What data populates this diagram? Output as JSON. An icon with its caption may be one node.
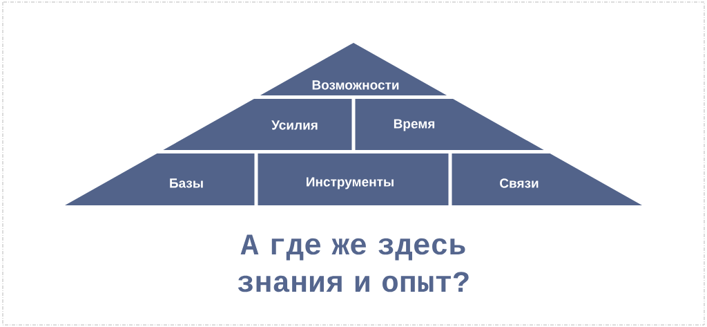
{
  "diagram": {
    "nodes": [
      {
        "text": [
          "Возможности"
        ]
      },
      {
        "text": [
          "Усилия"
        ]
      },
      {
        "text": [
          "Время"
        ]
      },
      {
        "text": [
          "Базы"
        ]
      },
      {
        "text": [
          "Инструменты"
        ]
      },
      {
        "text": [
          "Связи"
        ]
      }
    ],
    "caption": "А где же здесь знания и опыт?"
  }
}
